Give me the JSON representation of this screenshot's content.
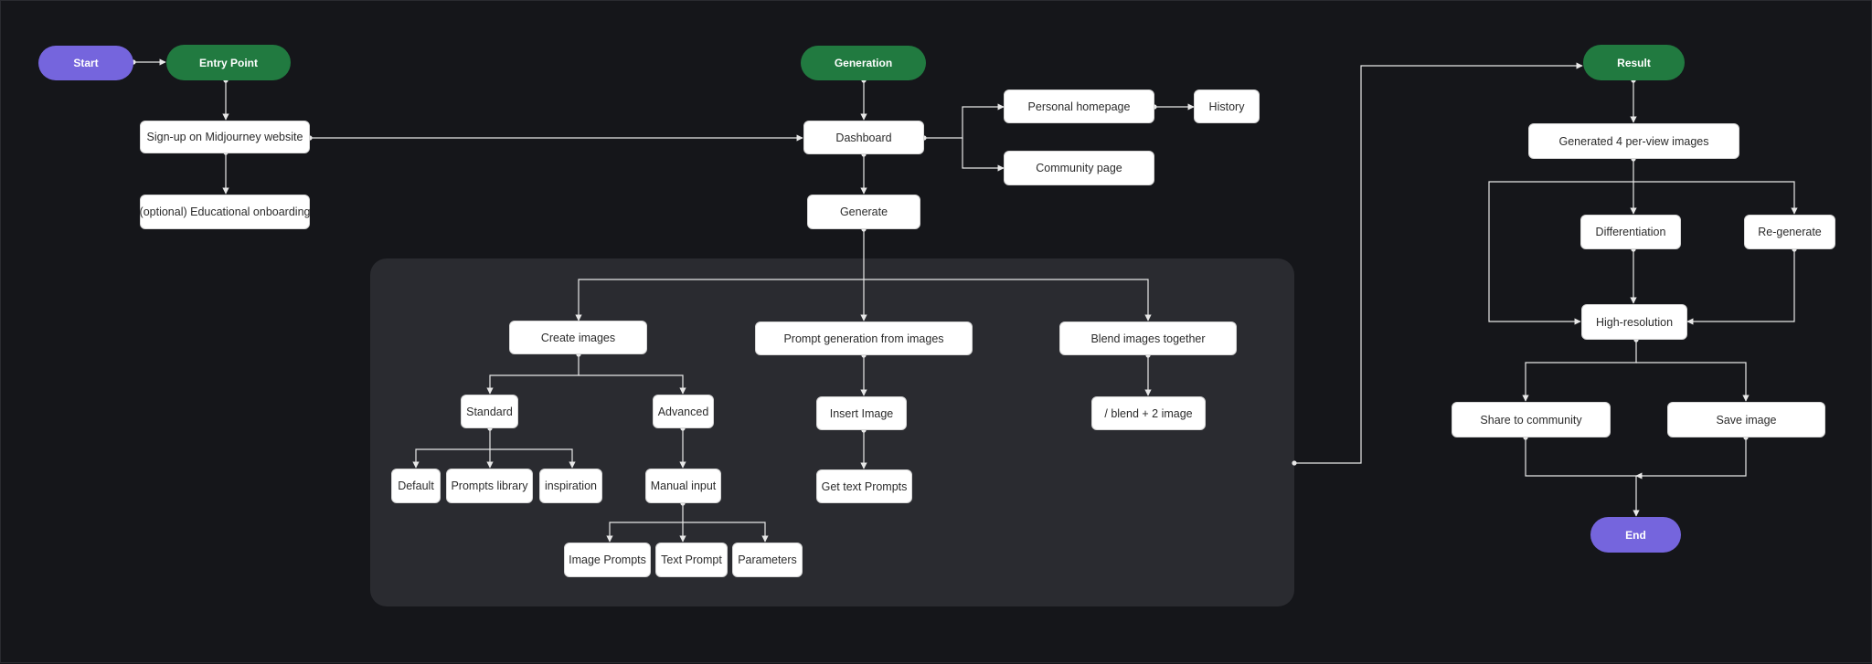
{
  "colors": {
    "background": "#15161a",
    "panel": "#2a2b30",
    "node_fill": "#ffffff",
    "phase_green": "#217a40",
    "terminal_purple": "#7565dd",
    "connector": "#e8e8e8"
  },
  "flow": {
    "start": "Start",
    "end": "End",
    "phases": {
      "entry": "Entry Point",
      "generation": "Generation",
      "result": "Result"
    },
    "entry_steps": {
      "signup": "Sign-up on Midjourney website",
      "onboarding": "(optional) Educational onboarding"
    },
    "generation_steps": {
      "dashboard": "Dashboard",
      "personal_homepage": "Personal homepage",
      "history": "History",
      "community_page": "Community page",
      "generate": "Generate"
    },
    "generate_options": {
      "create_images": "Create images",
      "prompt_from_images": "Prompt generation from images",
      "blend_images": "Blend images together",
      "standard": "Standard",
      "advanced": "Advanced",
      "default": "Default",
      "prompts_library": "Prompts library",
      "inspiration": "inspiration",
      "manual_input": "Manual input",
      "image_prompts": "Image Prompts",
      "text_prompt": "Text Prompt",
      "parameters": "Parameters",
      "insert_image": "Insert Image",
      "get_text_prompts": "Get text Prompts",
      "blend_command": "/ blend + 2 image"
    },
    "result_steps": {
      "generated": "Generated 4 per-view images",
      "differentiation": "Differentiation",
      "regenerate": "Re-generate",
      "high_resolution": "High-resolution",
      "share": "Share to community",
      "save": "Save image"
    }
  }
}
